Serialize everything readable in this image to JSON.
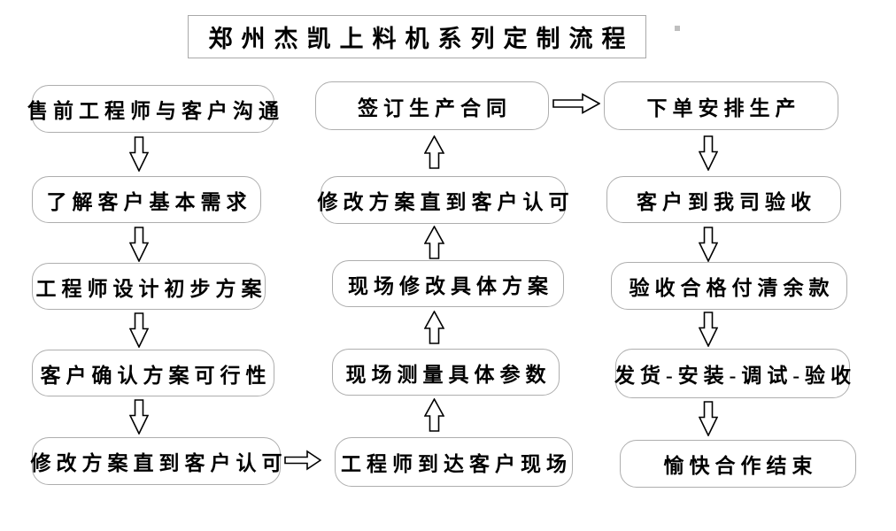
{
  "title": "郑州杰凯上料机系列定制流程",
  "flow": {
    "left_column": [
      "售前工程师与客户沟通",
      "了解客户基本需求",
      "工程师设计初步方案",
      "客户确认方案可行性",
      "修改方案直到客户认可"
    ],
    "middle_column": [
      "签订生产合同",
      "修改方案直到客户认可",
      "现场修改具体方案",
      "现场测量具体参数",
      "工程师到达客户现场"
    ],
    "right_column": [
      "下单安排生产",
      "客户到我司验收",
      "验收合格付清余款",
      "发货-安装-调试-验收",
      "愉快合作结束"
    ]
  },
  "colors": {
    "background": "#ffffff",
    "box_border": "#aeaeae",
    "title_border": "#a9a9a9",
    "text": "#000000",
    "arrow_outline": "#000000",
    "arrow_fill": "#ffffff"
  }
}
